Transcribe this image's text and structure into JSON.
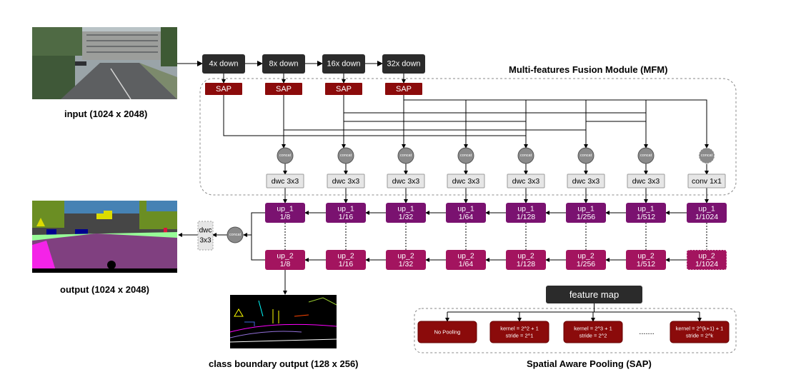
{
  "title_mfm": "Multi-features Fusion Module (MFM)",
  "title_sap": "Spatial Aware Pooling (SAP)",
  "input_caption": "input (1024 x 2048)",
  "output_caption": "output (1024 x 2048)",
  "boundary_caption": "class boundary output (128 x 256)",
  "down_labels": [
    "4x down",
    "8x down",
    "16x down",
    "32x down"
  ],
  "sap_label": "SAP",
  "concat_label": "concat",
  "dwc_label": "dwc 3x3",
  "conv_label": "conv 1x1",
  "up1_labels": [
    [
      "up_1",
      "1/8"
    ],
    [
      "up_1",
      "1/16"
    ],
    [
      "up_1",
      "1/32"
    ],
    [
      "up_1",
      "1/64"
    ],
    [
      "up_1",
      "1/128"
    ],
    [
      "up_1",
      "1/256"
    ],
    [
      "up_1",
      "1/512"
    ],
    [
      "up_1",
      "1/1024"
    ]
  ],
  "up2_labels": [
    [
      "up_2",
      "1/8"
    ],
    [
      "up_2",
      "1/16"
    ],
    [
      "up_2",
      "1/32"
    ],
    [
      "up_2",
      "1/64"
    ],
    [
      "up_2",
      "1/128"
    ],
    [
      "up_2",
      "1/256"
    ],
    [
      "up_2",
      "1/512"
    ],
    [
      "up_2",
      "1/1024"
    ]
  ],
  "final_dwc": [
    "dwc",
    "3x3"
  ],
  "feature_map_label": "feature map",
  "sap_boxes": [
    [
      "No Pooling"
    ],
    [
      "kernel = 2^2 + 1",
      "stride = 2^1"
    ],
    [
      "kernel = 2^3 + 1",
      "stride = 2^2"
    ],
    [
      "kernel = 2^(k+1) + 1",
      "stride = 2^k"
    ]
  ],
  "ellipsis": ".......",
  "colors": {
    "dark_box": "#2b2b2b",
    "sap_red": "#8b0b0b",
    "up_purple": "#7a1270",
    "up2_magenta": "#a3145f",
    "concat_gray": "#8a8a8a",
    "dwc_gray": "#e6e6e6"
  }
}
